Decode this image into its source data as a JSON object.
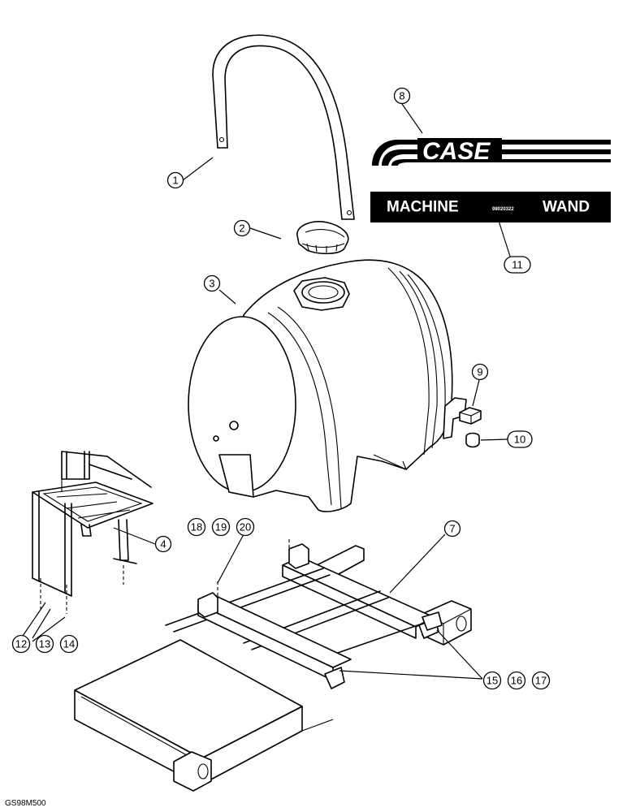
{
  "figure_code": "GS98M500",
  "decals": {
    "case_logo": "CASE",
    "wand_label": {
      "left": "MACHINE",
      "center": "98020322",
      "right": "WAND"
    }
  },
  "callouts": [
    {
      "id": "c1",
      "text": "1"
    },
    {
      "id": "c2",
      "text": "2"
    },
    {
      "id": "c3",
      "text": "3"
    },
    {
      "id": "c4",
      "text": "4"
    },
    {
      "id": "c7",
      "text": "7"
    },
    {
      "id": "c8",
      "text": "8"
    },
    {
      "id": "c9",
      "text": "9"
    },
    {
      "id": "c10",
      "text": "10"
    },
    {
      "id": "c11",
      "text": "11"
    },
    {
      "id": "c12",
      "text": "12"
    },
    {
      "id": "c13",
      "text": "13"
    },
    {
      "id": "c14",
      "text": "14"
    },
    {
      "id": "c15",
      "text": "15"
    },
    {
      "id": "c16",
      "text": "16"
    },
    {
      "id": "c17",
      "text": "17"
    },
    {
      "id": "c18",
      "text": "18"
    },
    {
      "id": "c19",
      "text": "19"
    },
    {
      "id": "c20",
      "text": "20"
    }
  ]
}
